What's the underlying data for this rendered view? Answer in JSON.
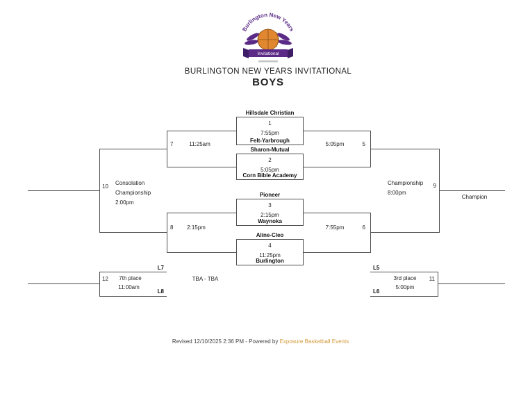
{
  "header": {
    "title": "BURLINGTON NEW YEARS INVITATIONAL",
    "division": "BOYS"
  },
  "logo": {
    "arc_text": "Burlington New Years",
    "ribbon_text": "Invitational"
  },
  "bracket": {
    "game1": {
      "number": "1",
      "time": "7:55pm",
      "top_team": "Hillsdale Christian",
      "bottom_team": "Felt-Yarbrough"
    },
    "game2": {
      "number": "2",
      "time": "5:05pm",
      "top_team": "Sharon-Mutual",
      "bottom_team": "Corn Bible Academy"
    },
    "game3": {
      "number": "3",
      "time": "2:15pm",
      "top_team": "Pioneer",
      "bottom_team": "Waynoka"
    },
    "game4": {
      "number": "4",
      "time": "11:25pm",
      "top_team": "Aline-Cleo",
      "bottom_team": "Burlington"
    },
    "game5": {
      "number": "5",
      "time": "5:05pm"
    },
    "game6": {
      "number": "6",
      "time": "7:55pm"
    },
    "game7": {
      "number": "7",
      "time": "11:25am"
    },
    "game8": {
      "number": "8",
      "time": "2:15pm"
    },
    "game9": {
      "number": "9",
      "title": "Championship",
      "time": "8:00pm"
    },
    "game10": {
      "number": "10",
      "title_line1": "Consolation",
      "title_line2": "Championship",
      "time": "2:00pm"
    },
    "game11": {
      "number": "11",
      "title": "3rd place",
      "time": "5:00pm",
      "top_seed": "L5",
      "bottom_seed": "L6"
    },
    "game12": {
      "number": "12",
      "title": "7th place",
      "time": "11:00am",
      "top_seed": "L7",
      "bottom_seed": "L8"
    },
    "champion_label": "Champion",
    "tba_label": "TBA - TBA"
  },
  "footer": {
    "revised_text": "Revised 12/10/2025 2:36 PM - Powered by ",
    "powered_by_link": "Exposure Basketball Events"
  }
}
